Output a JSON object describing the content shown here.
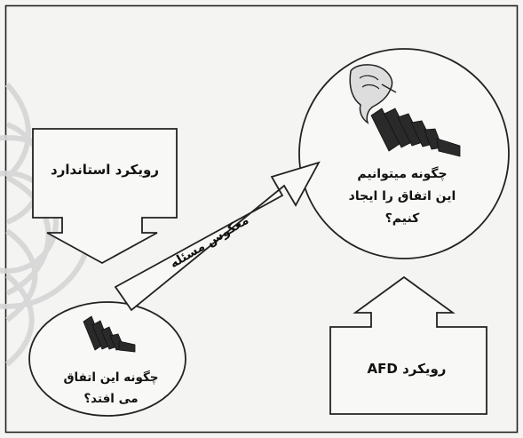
{
  "boxes": {
    "standard_approach": "رویکرد استاندارد",
    "afd_approach": "رویکرد AFD"
  },
  "arrow_label": "معکوس مسئله",
  "small_circle": {
    "line1": "چگونه این اتفاق",
    "line2": "می افتد؟"
  },
  "big_circle": {
    "line1": "چگونه میتوانیم",
    "line2": "این اتفاق را ایجاد",
    "line3": "کنیم؟"
  },
  "colors": {
    "background": "#f4f4f2",
    "stroke": "#222222",
    "watermark": "#d6d6d6"
  },
  "icons": [
    "domino-icon",
    "hand-pushing-dominoes-icon",
    "watermark-pattern-icon"
  ]
}
